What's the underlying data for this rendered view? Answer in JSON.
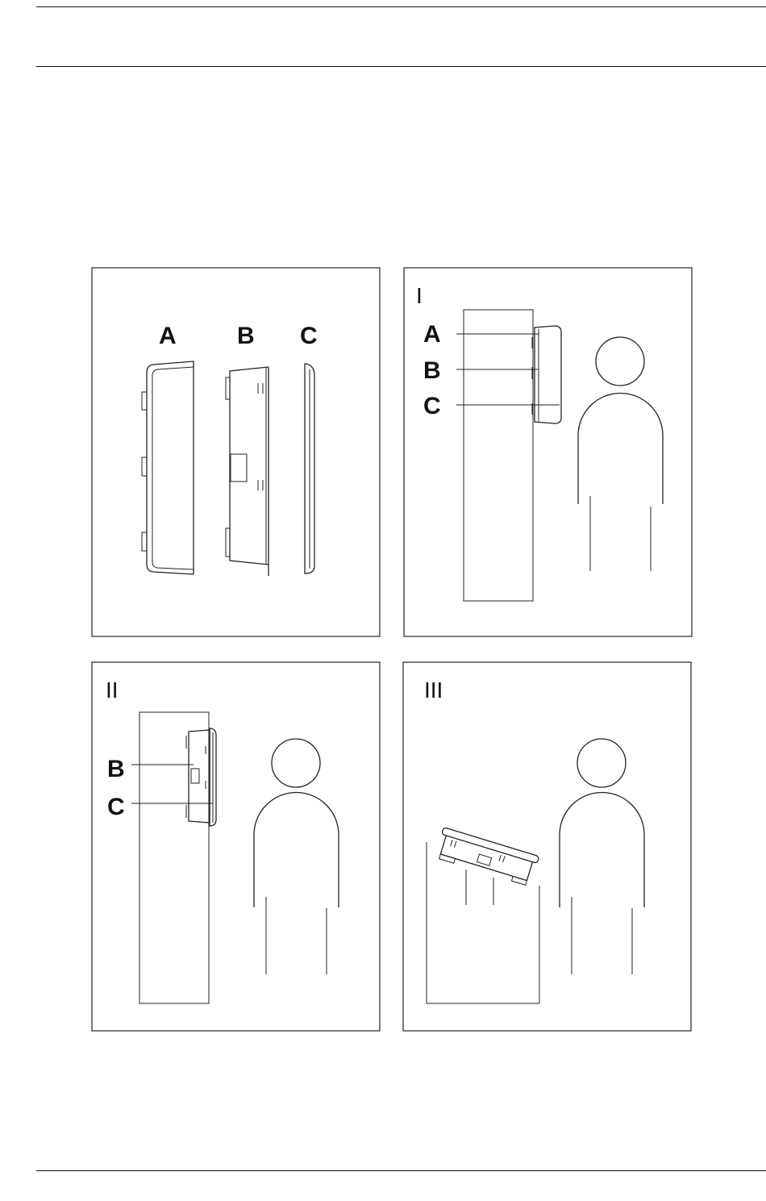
{
  "panel_1": {
    "labels": [
      "A",
      "B",
      "C"
    ]
  },
  "panel_2": {
    "step": "I",
    "labels": [
      "A",
      "B",
      "C"
    ]
  },
  "panel_3": {
    "step": "II",
    "labels": [
      "B",
      "C"
    ]
  },
  "panel_4": {
    "step": "III"
  }
}
